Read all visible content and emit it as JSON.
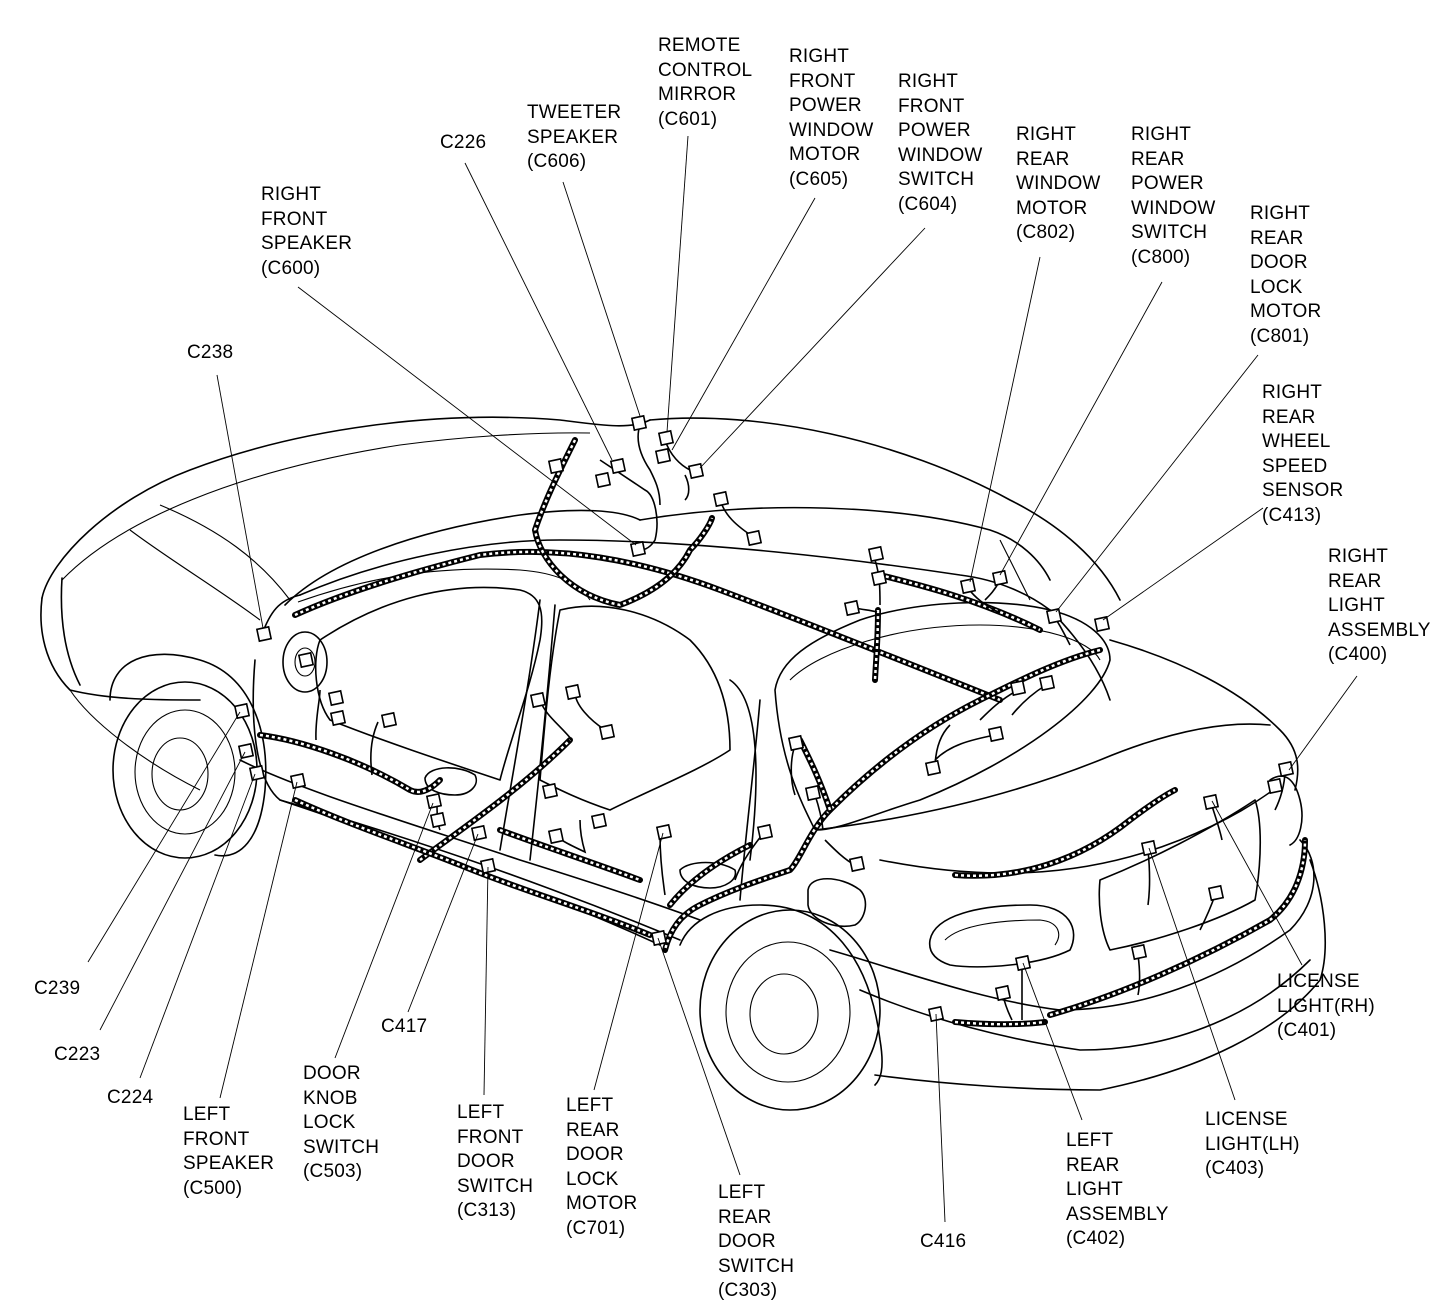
{
  "diagram": {
    "labels": {
      "remote_control_mirror": "REMOTE\nCONTROL\nMIRROR\n(C601)",
      "right_front_power_window_motor": "RIGHT\nFRONT\nPOWER\nWINDOW\nMOTOR\n(C605)",
      "right_front_power_window_switch": "RIGHT\nFRONT\nPOWER\nWINDOW\nSWITCH\n(C604)",
      "tweeter_speaker": "TWEETER\nSPEAKER\n(C606)",
      "c226": "C226",
      "right_rear_window_motor": "RIGHT\nREAR\nWINDOW\nMOTOR\n(C802)",
      "right_rear_power_window_switch": "RIGHT\nREAR\nPOWER\nWINDOW\nSWITCH\n(C800)",
      "right_front_speaker": "RIGHT\nFRONT\nSPEAKER\n(C600)",
      "right_rear_door_lock_motor": "RIGHT\nREAR\nDOOR\nLOCK\nMOTOR\n(C801)",
      "c238": "C238",
      "right_rear_wheel_speed_sensor": "RIGHT\nREAR\nWHEEL\nSPEED\nSENSOR\n(C413)",
      "right_rear_light_assembly": "RIGHT\nREAR\nLIGHT\nASSEMBLY\n(C400)",
      "c239": "C239",
      "c223": "C223",
      "c224": "C224",
      "left_front_speaker": "LEFT\nFRONT\nSPEAKER\n(C500)",
      "door_knob_lock_switch": "DOOR\nKNOB\nLOCK\nSWITCH\n(C503)",
      "c417": "C417",
      "left_front_door_switch": "LEFT\nFRONT\nDOOR\nSWITCH\n(C313)",
      "left_rear_door_lock_motor": "LEFT\nREAR\nDOOR\nLOCK\nMOTOR\n(C701)",
      "left_rear_door_switch": "LEFT\nREAR\nDOOR\nSWITCH\n(C303)",
      "c416": "C416",
      "left_rear_light_assembly": "LEFT\nREAR\nLIGHT\nASSEMBLY\n(C402)",
      "license_light_lh": "LICENSE\nLIGHT(LH)\n(C403)",
      "license_light_rh": "LICENSE\nLIGHT(RH)\n(C401)"
    }
  }
}
